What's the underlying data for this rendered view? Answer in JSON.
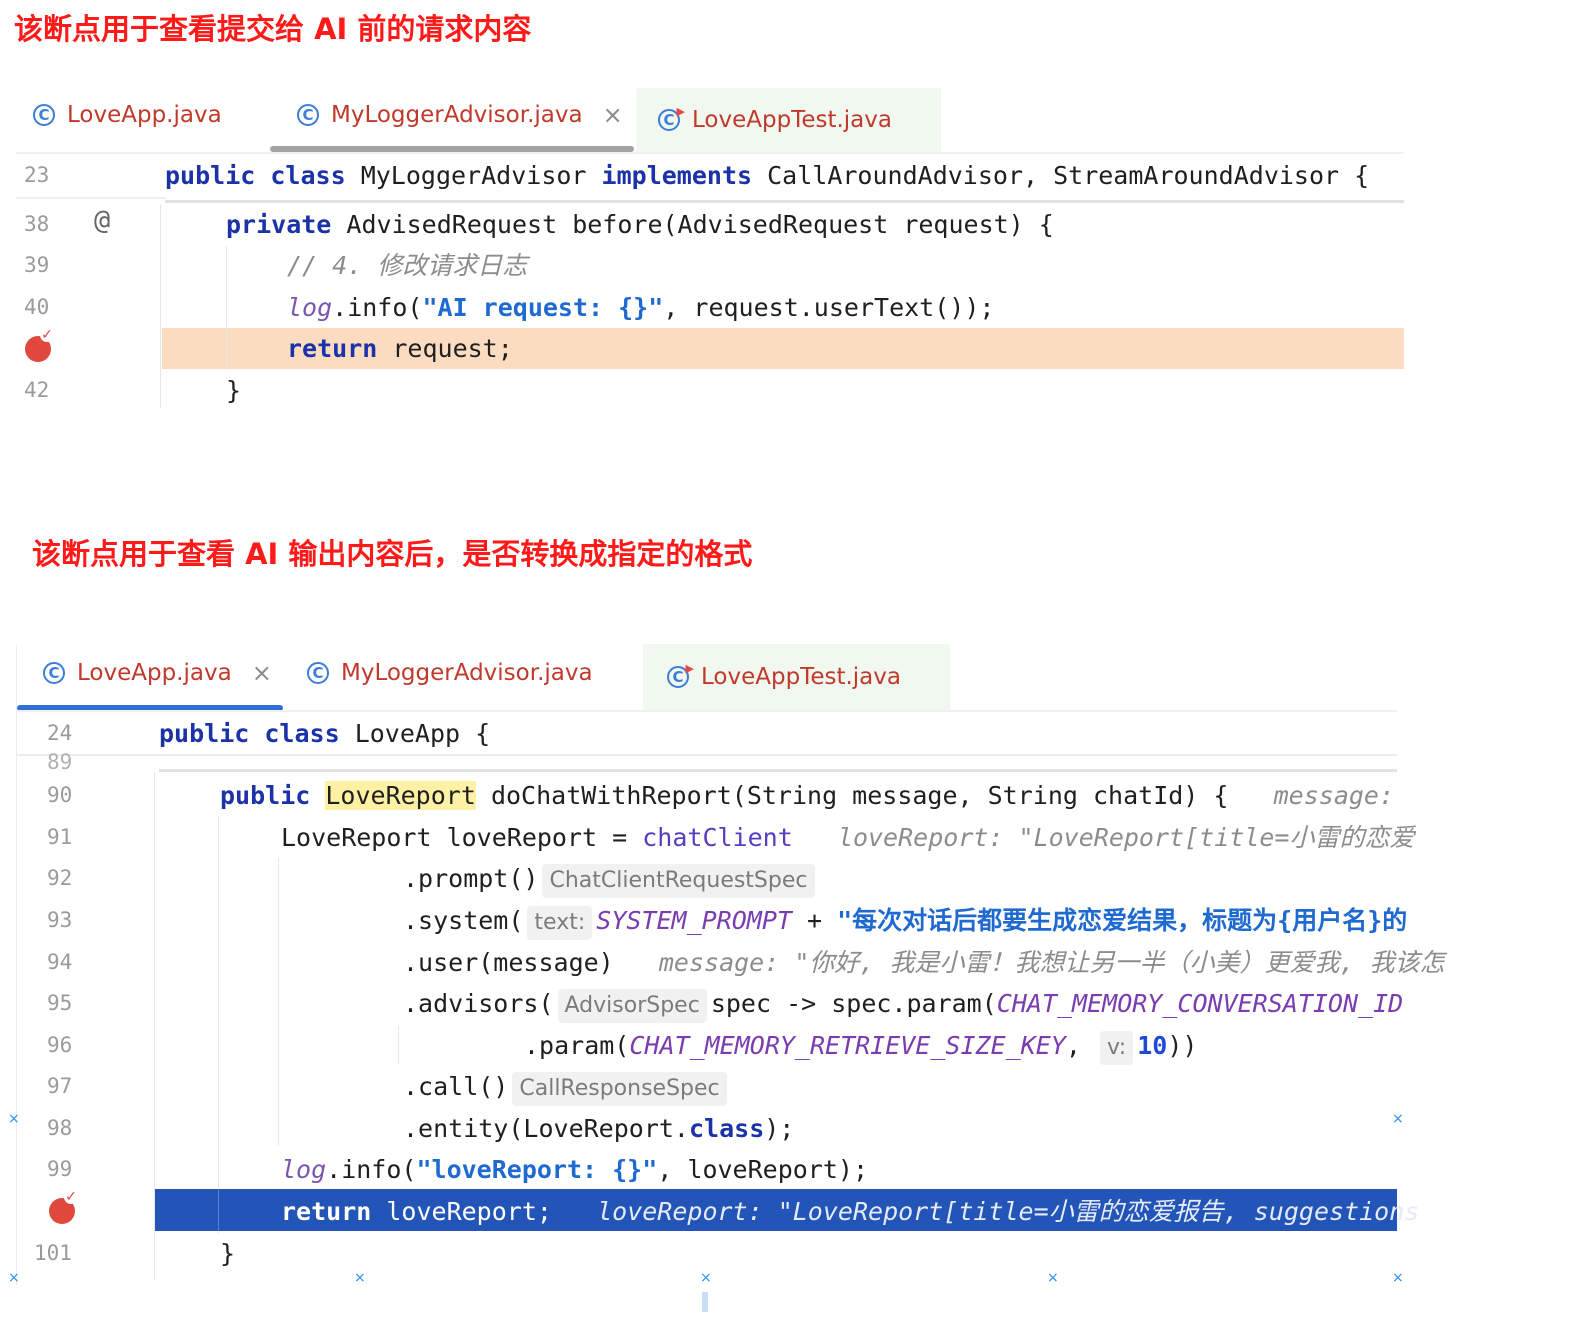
{
  "captions": {
    "top": "该断点用于查看提交给 AI 前的请求内容",
    "bottom": "该断点用于查看 AI 输出内容后，是否转换成指定的格式"
  },
  "panel1": {
    "tabs": [
      {
        "label": "LoveApp.java",
        "active": false,
        "closable": false
      },
      {
        "label": "MyLoggerAdvisor.java",
        "active": true,
        "closable": true
      },
      {
        "label": "LoveAppTest.java",
        "active": false,
        "closable": false
      }
    ],
    "close_glyph": "×",
    "lines": {
      "n23": "23",
      "n38": "38",
      "n39": "39",
      "n40": "40",
      "n42": "42",
      "l23_kw1": "public",
      "l23_kw2": "class",
      "l23_name": "MyLoggerAdvisor",
      "l23_kw3": "implements",
      "l23_rest": "CallAroundAdvisor, StreamAroundAdvisor {",
      "l38_kw": "private",
      "l38_rest": "AdvisedRequest before(AdvisedRequest request) {",
      "l39_cmt": "// 4. 修改请求日志",
      "l40_log": "log",
      "l40_a": ".info(",
      "l40_str": "\"AI request: {}\"",
      "l40_b": ", request.userText());",
      "l41_kw": "return",
      "l41_rest": "request;",
      "l42": "}"
    },
    "at_icon": "@"
  },
  "panel2": {
    "tabs": [
      {
        "label": "LoveApp.java",
        "active": true,
        "closable": true
      },
      {
        "label": "MyLoggerAdvisor.java",
        "active": false,
        "closable": false
      },
      {
        "label": "LoveAppTest.java",
        "active": false,
        "closable": false
      }
    ],
    "close_glyph": "×",
    "lines": {
      "n24": "24",
      "n89": "89",
      "n90": "90",
      "n91": "91",
      "n92": "92",
      "n93": "93",
      "n94": "94",
      "n95": "95",
      "n96": "96",
      "n97": "97",
      "n98": "98",
      "n99": "99",
      "n101": "101",
      "l24_kw1": "public",
      "l24_kw2": "class",
      "l24_rest": "LoveApp {",
      "l90_kw": "public",
      "l90_type": "LoveReport",
      "l90_rest": " doChatWithReport(String message, String chatId) {",
      "l90_hint": "message:",
      "l91_a": "LoveReport loveReport = ",
      "l91_field": "chatClient",
      "l91_hint": "loveReport: \"LoveReport[title=小雷的恋爱",
      "l92_a": ".prompt()",
      "l92_chip": "ChatClientRequestSpec",
      "l93_a": ".system(",
      "l93_chip": "text:",
      "l93_const": "SYSTEM_PROMPT",
      "l93_plus": " + ",
      "l93_str": "\"每次对话后都要生成恋爱结果，标题为{用户名}的",
      "l94_a": ".user(message)",
      "l94_hint": "message: \"你好, 我是小雷！我想让另一半（小美）更爱我, 我该怎",
      "l95_a": ".advisors(",
      "l95_chip": "AdvisorSpec",
      "l95_b": "spec -> spec.param(",
      "l95_const": "CHAT_MEMORY_CONVERSATION_ID",
      "l96_a": ".param(",
      "l96_const": "CHAT_MEMORY_RETRIEVE_SIZE_KEY",
      "l96_b": ", ",
      "l96_chip": "v:",
      "l96_num": "10",
      "l96_c": "))",
      "l97_a": ".call()",
      "l97_chip": "CallResponseSpec",
      "l98_a": ".entity(LoveReport.",
      "l98_kw": "class",
      "l98_b": ");",
      "l99_log": "log",
      "l99_a": ".info(",
      "l99_str": "\"loveReport: {}\"",
      "l99_b": ", loveReport);",
      "l100_kw": "return",
      "l100_rest": " loveReport;",
      "l100_hint": "loveReport: \"LoveReport[title=小雷的恋爱报告, suggestions",
      "l101": "}"
    }
  },
  "markers": {
    "x": "×"
  },
  "colors": {
    "caption": "#ff1a1a",
    "breakpoint_line": "#fcdcc0",
    "selected_line": "#2355b8",
    "tab_underline": "#2f6fd8",
    "keyword": "#1b32a8"
  }
}
